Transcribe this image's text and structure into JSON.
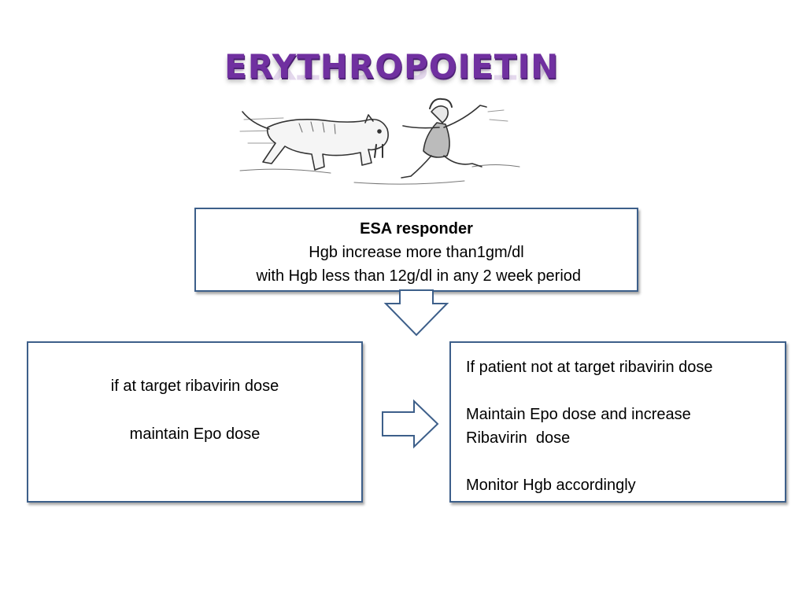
{
  "title": "ERYTHROPOIETIN",
  "illustration": {
    "icon": "caveman-chased-by-sabertooth-illustration"
  },
  "colors": {
    "title": "#7030a0",
    "box_border": "#3d5f8a",
    "arrow_stroke": "#3d5f8a"
  },
  "top_box": {
    "heading": "ESA responder",
    "line1": "Hgb increase  more than1gm/dl",
    "line2": " with Hgb less than 12g/dl in any 2 week period"
  },
  "left_box": {
    "line1": "if at target ribavirin dose",
    "line2": "maintain Epo dose"
  },
  "right_box": {
    "line1": "If patient not at target ribavirin dose",
    "line2": "Maintain Epo dose and increase",
    "line3": "Ribavirin  dose",
    "line4": "Monitor Hgb accordingly"
  }
}
